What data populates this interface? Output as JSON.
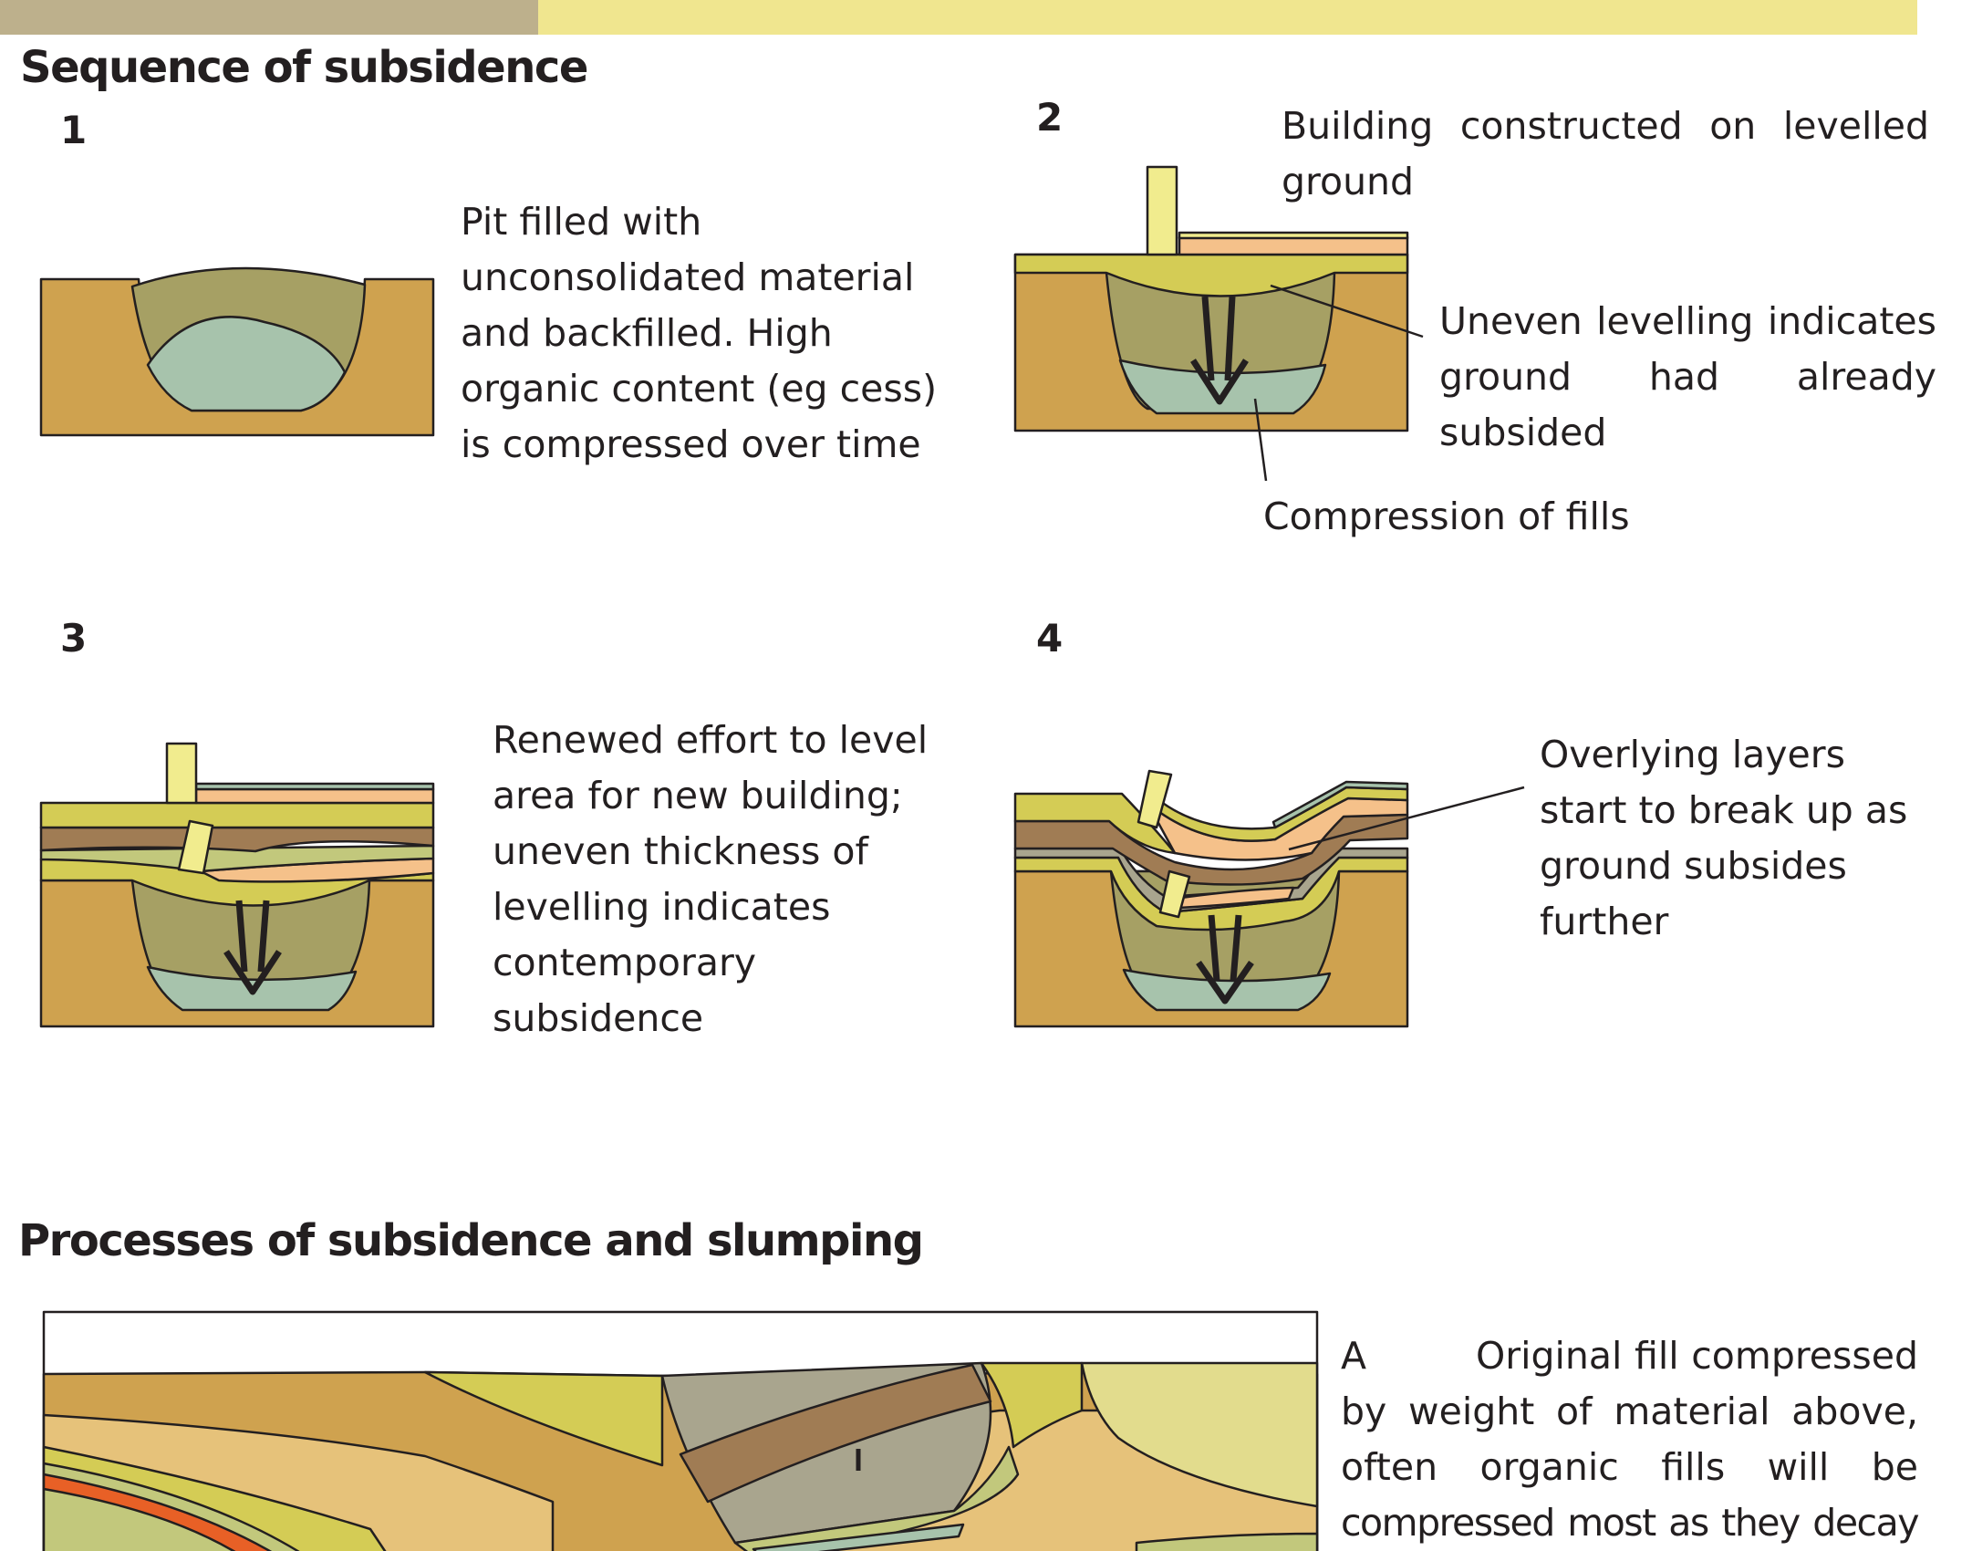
{
  "colors": {
    "natural": "#cfa24f",
    "fill_olive": "#a6a064",
    "organic": "#a7c3ac",
    "levelling": "#d4cc55",
    "building": "#f1ec8e",
    "peach": "#f5c18a",
    "brown": "#a07c54",
    "green": "#c2c87c",
    "grey": "#a9a58e",
    "red": "#e86026",
    "header_left": "#bdb08c",
    "header_right": "#f0e68f"
  },
  "header": {
    "title": "Sequence of subsidence"
  },
  "steps": [
    {
      "number": "1",
      "caption": [
        "Pit filled with",
        "unconsolidated material",
        "and backfilled. High",
        "organic content (eg cess)",
        "is compressed over time"
      ]
    },
    {
      "number": "2",
      "caption": [
        "Building constructed on levelled",
        "ground"
      ],
      "label_levelling": [
        "Uneven levelling indicates",
        "ground had already",
        "subsided"
      ],
      "label_compression": "Compression of fills"
    },
    {
      "number": "3",
      "caption": [
        "Renewed effort to level",
        "area for new building;",
        "uneven thickness of",
        "levelling indicates",
        "contemporary",
        "subsidence"
      ]
    },
    {
      "number": "4",
      "caption": [
        "Overlying layers",
        "start to break up as",
        "ground subsides",
        "further"
      ]
    }
  ],
  "processes": {
    "title": "Processes of subsidence and slumping",
    "item_a": {
      "letter": "A",
      "lines": [
        "Original fill compressed",
        "by weight of material above,",
        "often organic fills will be",
        "compressed most as they decay"
      ]
    }
  }
}
